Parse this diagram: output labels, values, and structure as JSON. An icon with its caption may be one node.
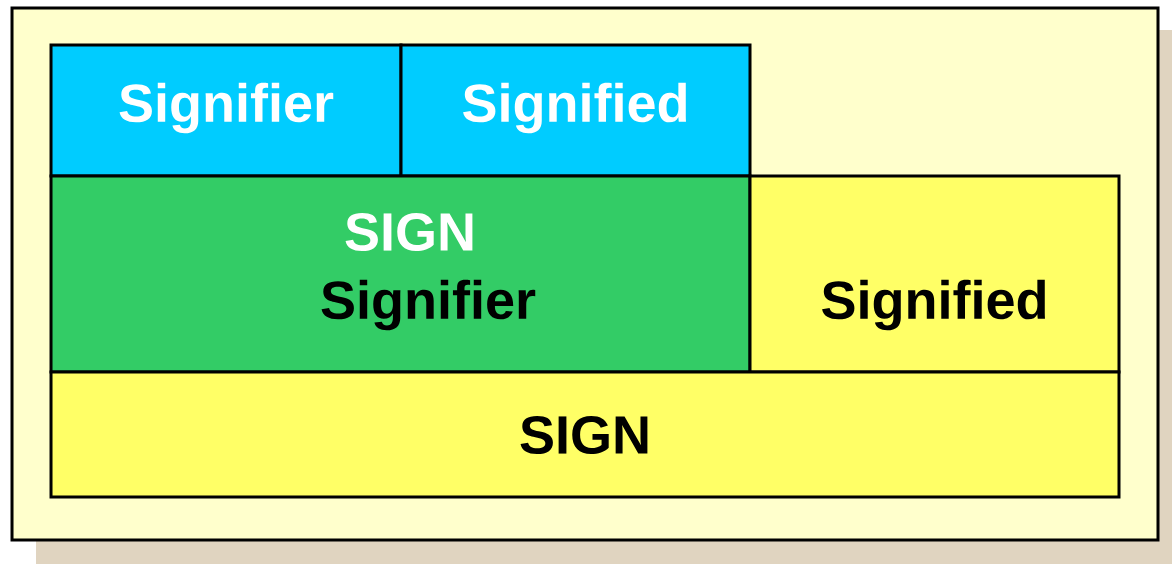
{
  "diagram": {
    "nodes": [
      {
        "text": [
          "Signifier"
        ]
      },
      {
        "text": [
          "Signified"
        ]
      },
      {
        "text": [
          "SIGN",
          "Signifier"
        ]
      },
      {
        "text": [
          "Signified"
        ]
      },
      {
        "text": [
          "SIGN"
        ]
      }
    ]
  }
}
